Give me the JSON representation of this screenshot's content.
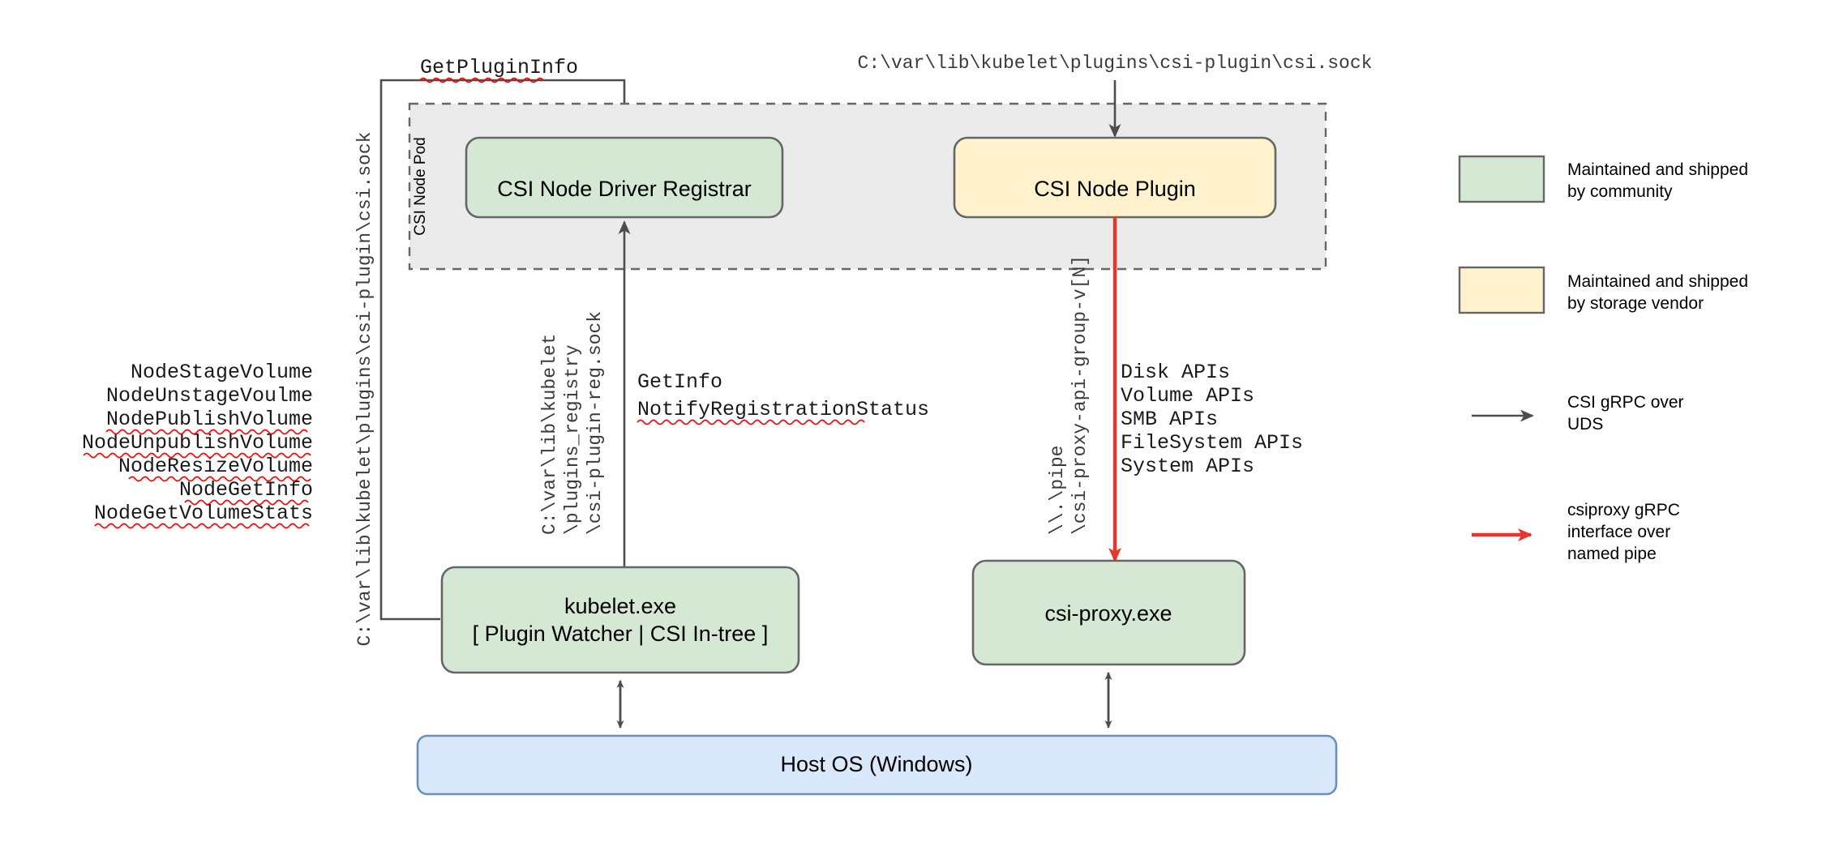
{
  "diagram": {
    "title": "CSI Proxy architecture on Windows",
    "colors": {
      "green_fill": "#d5e8d4",
      "green_stroke": "#82b366",
      "yellow_fill": "#fff2cc",
      "yellow_stroke": "#d6b656",
      "blue_fill": "#dae8fc",
      "blue_stroke": "#6c8ebf",
      "pod_fill": "#ebebeb",
      "pod_stroke": "#666666",
      "arrow_gray": "#4d4d4d",
      "arrow_red": "#e8342a",
      "box_stroke": "#666666",
      "spell_underline": "#ff0000"
    }
  },
  "pod": {
    "label": "CSI Node Pod"
  },
  "boxes": {
    "registrar": {
      "label": "CSI Node Driver Registrar"
    },
    "node_plugin": {
      "label": "CSI Node Plugin"
    },
    "kubelet": {
      "line1": "kubelet.exe",
      "line2": "[ Plugin Watcher | CSI In-tree ]"
    },
    "csi_proxy": {
      "label": "csi-proxy.exe"
    },
    "host_os": {
      "label": "Host OS (Windows)"
    }
  },
  "annotations": {
    "get_plugin_info": "GetPluginInfo",
    "csi_sock_path_top": "C:\\var\\lib\\kubelet\\plugins\\csi-plugin\\csi.sock",
    "csi_sock_path_vertical": "C:\\var\\lib\\kubelet\\plugins\\csi-plugin\\csi.sock",
    "registry_path_lines": [
      "C:\\var\\lib\\kubelet",
      "\\plugins_registry",
      "\\csi-plugin-reg.sock"
    ],
    "named_pipe_lines": [
      "\\\\.\\pipe",
      "\\csi-proxy-api-group-v[N]"
    ],
    "registration_calls": [
      {
        "text": "GetInfo",
        "misspelled": false
      },
      {
        "text": "NotifyRegistrationStatus",
        "misspelled": true
      }
    ]
  },
  "node_apis": [
    {
      "text": "NodeStageVolume",
      "misspelled": false
    },
    {
      "text": "NodeUnstageVoulme",
      "misspelled": false
    },
    {
      "text": "NodePublishVolume",
      "misspelled": true
    },
    {
      "text": "NodeUnpublishVolume",
      "misspelled": true
    },
    {
      "text": "NodeResizeVolume",
      "misspelled": true
    },
    {
      "text": "NodeGetInfo",
      "misspelled": true
    },
    {
      "text": "NodeGetVolumeStats",
      "misspelled": true
    }
  ],
  "proxy_apis": [
    "Disk APIs",
    "Volume APIs",
    "SMB APIs",
    "FileSystem APIs",
    "System APIs"
  ],
  "legend": {
    "swatches": [
      {
        "line1": "Maintained and shipped",
        "line2": "by community",
        "fill": "#d5e8d4"
      },
      {
        "line1": "Maintained and shipped",
        "line2": "by storage vendor",
        "fill": "#fff2cc"
      }
    ],
    "arrows": [
      {
        "line1": "CSI gRPC over",
        "line2": "UDS",
        "line3": "",
        "color": "#4d4d4d"
      },
      {
        "line1": "csiproxy gRPC",
        "line2": "interface over",
        "line3": "named pipe",
        "color": "#e8342a"
      }
    ]
  }
}
